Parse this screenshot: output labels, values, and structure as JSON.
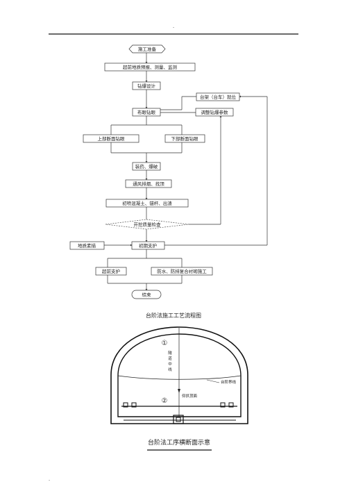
{
  "page": {
    "header_mark": "·",
    "footer_mark": "."
  },
  "flow": {
    "start": "施工准备",
    "geo": "超前地质预报、测量、监测",
    "blast_design": "钻爆设计",
    "trolley": "台架（台车）就位",
    "drill": "布眼钻眼",
    "adjust": "调整钻爆参数",
    "upper": "上部断面钻眼",
    "lower": "下部断面钻眼",
    "charge": "装药、爆破",
    "vent": "通风排烟、找顶",
    "shotcrete": "初喷混凝土、锚杆、出渣",
    "check": "开挖质量检查",
    "geo_sketch": "地质素描",
    "initial": "初期支护",
    "advance": "超前支护",
    "waterproof": "防水、防排复合衬砌施工",
    "end": "结束"
  },
  "captions": {
    "flow_title": "台阶法施工工艺流程图",
    "section_title": "台阶法工序横断面示意"
  },
  "section": {
    "step1": "①",
    "step2": "②",
    "centerline": "隧道中线",
    "bench_line": "台阶界线",
    "floor_label": "仰拱顶面"
  }
}
